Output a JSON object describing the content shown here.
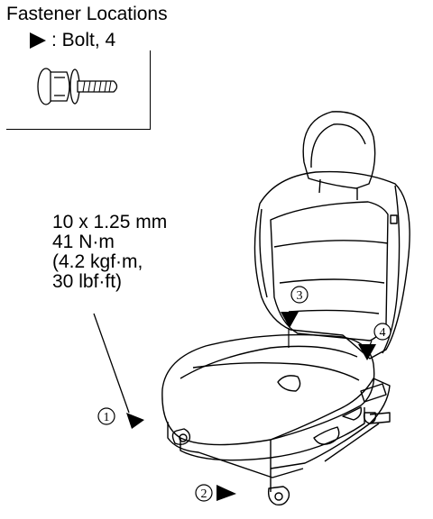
{
  "legend": {
    "title": "Fastener Locations",
    "symbol_icon": "filled-triangle-pointer",
    "item_label": ": Bolt, 4"
  },
  "torque_spec": {
    "lines": [
      "10 x 1.25 mm",
      "41 N·m",
      "(4.2 kgf·m,",
      "30 lbf·ft)"
    ]
  },
  "callouts": [
    "1",
    "2",
    "3",
    "4"
  ]
}
